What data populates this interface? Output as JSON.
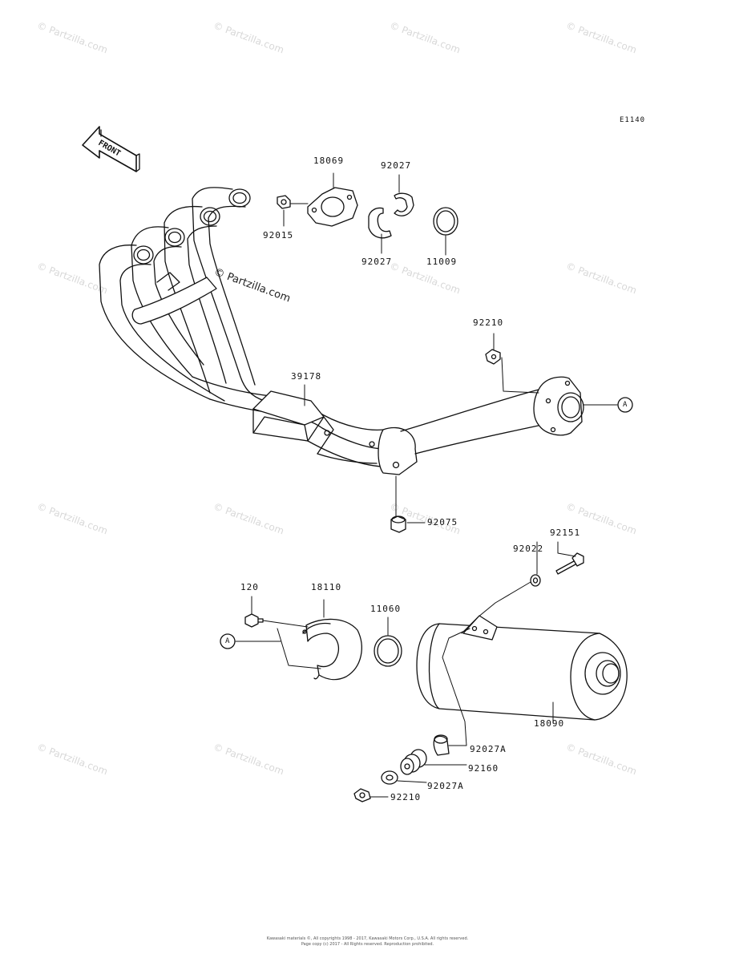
{
  "diagram_code": "E1140",
  "front_arrow_label": "FRONT",
  "ref_marker": "A",
  "parts": {
    "p18069": "18069",
    "p92027_top": "92027",
    "p92015": "92015",
    "p92027_bottom": "92027",
    "p11009": "11009",
    "p92210_upper": "92210",
    "p39178": "39178",
    "p92075": "92075",
    "p92151": "92151",
    "p92022": "92022",
    "p120": "120",
    "p18110": "18110",
    "p11060": "11060",
    "p18090": "18090",
    "p92027A_upper": "92027A",
    "p92160": "92160",
    "p92027A_lower": "92027A",
    "p92210_lower": "92210"
  },
  "watermark_text": "© Partzilla.com",
  "footer": {
    "line1": "Kawasaki materials ©, All copyrights 1998 - 2017, Kawasaki Motors Corp., U.S.A. All rights reserved.",
    "line2": "Page copy (c) 2017 - All Rights reserved. Reproduction prohibited."
  },
  "colors": {
    "line": "#111111",
    "watermark": "#d8d8d8",
    "background": "#ffffff"
  }
}
